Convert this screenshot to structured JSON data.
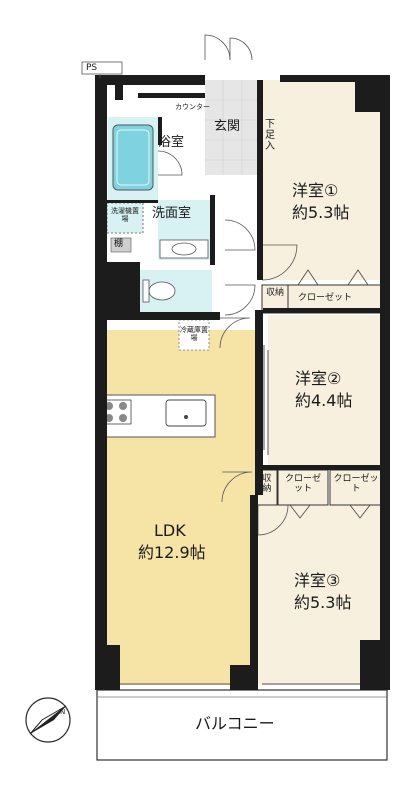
{
  "rooms": {
    "ps": "PS",
    "bath": "浴室",
    "entrance": "玄関",
    "counter": "カウンター",
    "shoe_storage": "下足入",
    "washroom": "洗面室",
    "washer_space": "洗濯機置場",
    "shelf": "棚",
    "fridge_space": "冷蔵庫置場",
    "storage1": "収納",
    "closet1": "クローゼット",
    "storage2": "収納",
    "closet2": "クローゼット",
    "closet3": "クローゼット",
    "western1": {
      "name": "洋室①",
      "size": "約5.3帖"
    },
    "western2": {
      "name": "洋室②",
      "size": "約4.4帖"
    },
    "western3": {
      "name": "洋室③",
      "size": "約5.3帖"
    },
    "ldk": {
      "name": "LDK",
      "size": "約12.9帖"
    },
    "balcony": "バルコニー"
  },
  "colors": {
    "wall": "#1c1c1c",
    "western_floor": "#f7f0de",
    "ldk_floor": "#f6e4a6",
    "wet_area": "#d8f1f3",
    "entrance_floor": "#e6e6e6",
    "bath_tub": "#7fd3e0"
  },
  "compass_icon": "north-arrow-icon"
}
